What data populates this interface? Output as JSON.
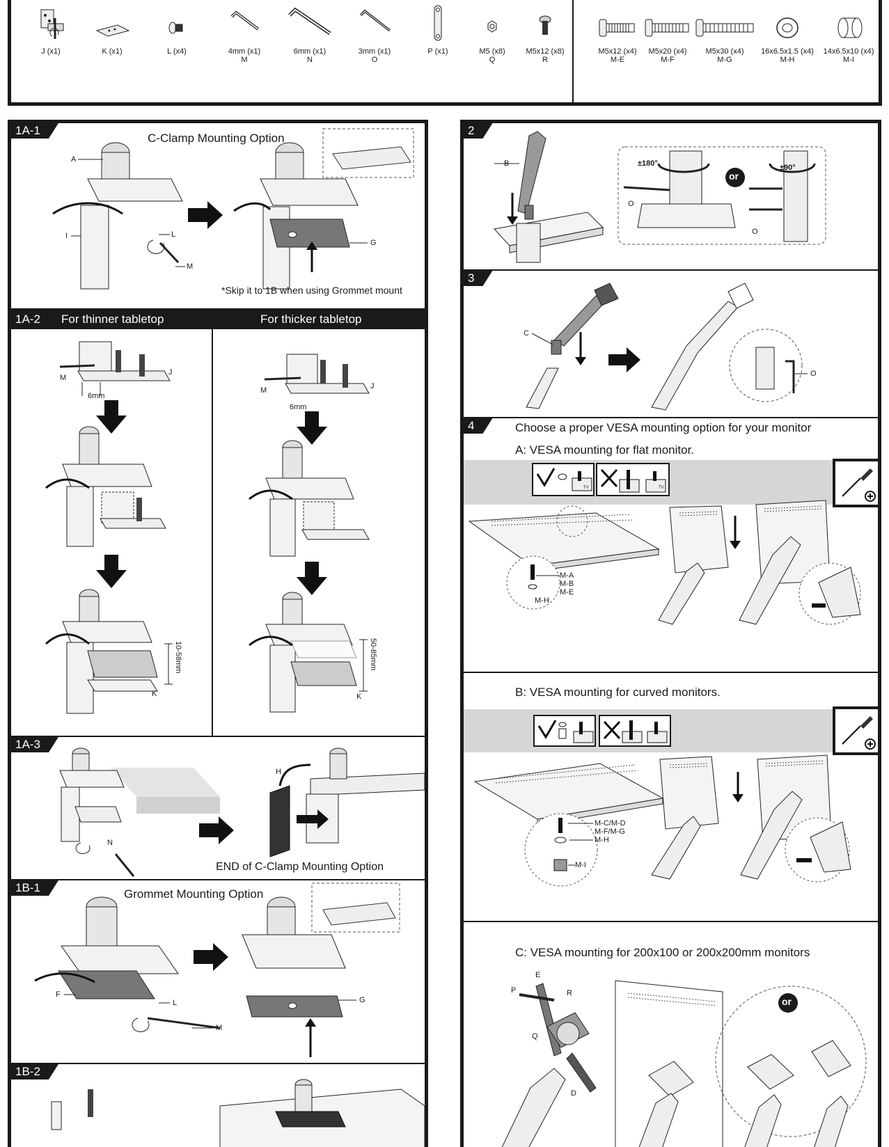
{
  "parts": [
    {
      "label": "J (x1)",
      "code": ""
    },
    {
      "label": "K (x1)",
      "code": ""
    },
    {
      "label": "L (x4)",
      "code": ""
    },
    {
      "label": "4mm (x1)",
      "code": "M"
    },
    {
      "label": "6mm (x1)",
      "code": "N"
    },
    {
      "label": "3mm (x1)",
      "code": "O"
    },
    {
      "label": "P (x1)",
      "code": ""
    },
    {
      "label": "M5 (x8)",
      "code": "Q"
    },
    {
      "label": "M5x12 (x8)",
      "code": "R"
    }
  ],
  "screws": [
    {
      "label": "M5x12 (x4)",
      "code": "M-E"
    },
    {
      "label": "M5x20 (x4)",
      "code": "M-F"
    },
    {
      "label": "M5x30 (x4)",
      "code": "M-G"
    },
    {
      "label": "16x6.5x1.5 (x4)",
      "code": "M-H"
    },
    {
      "label": "14x6.5x10 (x4)",
      "code": "M-I"
    }
  ],
  "steps": {
    "s1a1": {
      "tab": "1A-1",
      "title": "C-Clamp Mounting Option",
      "note": "*Skip it to 1B when using Grommet mount",
      "labels": {
        "a": "A",
        "i": "I",
        "l": "L",
        "m": "M",
        "g": "G"
      }
    },
    "s1a2": {
      "tab": "1A-2",
      "left_title": "For thinner tabletop",
      "right_title": "For thicker tabletop",
      "labels": {
        "m1": "M",
        "j1": "J",
        "mm1": "6mm",
        "range1": "10-58mm",
        "k1": "K",
        "m2": "M",
        "j2": "J",
        "mm2": "6mm",
        "range2": "50-85mm",
        "k2": "K"
      }
    },
    "s1a3": {
      "tab": "1A-3",
      "end": "END of C-Clamp Mounting Option",
      "labels": {
        "h": "H",
        "n": "N"
      }
    },
    "s1b1": {
      "tab": "1B-1",
      "title": "Grommet Mounting Option",
      "labels": {
        "f": "F",
        "l": "L",
        "m": "M",
        "g": "G"
      }
    },
    "s1b2": {
      "tab": "1B-2"
    },
    "s2": {
      "tab": "2",
      "rot1": "±180°",
      "rot2": "±90°",
      "or": "or",
      "labels": {
        "b": "B",
        "o1": "O",
        "o2": "O"
      }
    },
    "s3": {
      "tab": "3",
      "labels": {
        "c": "C",
        "o": "O"
      }
    },
    "s4": {
      "tab": "4",
      "title": "Choose a proper VESA mounting option for your monitor",
      "a_title": "A: VESA mounting for flat monitor.",
      "a_labels": {
        "ma": "M-A",
        "mb": "M-B",
        "me": "M-E",
        "mh": "M-H"
      },
      "b_title": "B: VESA mounting for curved monitors.",
      "b_labels": {
        "mcd": "M-C/M-D",
        "mfg": "M-F/M-G",
        "mh": "M-H",
        "mi": "M-I"
      },
      "c_title": "C: VESA mounting for 200x100 or 200x200mm monitors",
      "c_labels": {
        "e": "E",
        "p": "P",
        "r": "R",
        "q": "Q",
        "d": "D"
      },
      "or": "or",
      "tv": "TV"
    }
  }
}
